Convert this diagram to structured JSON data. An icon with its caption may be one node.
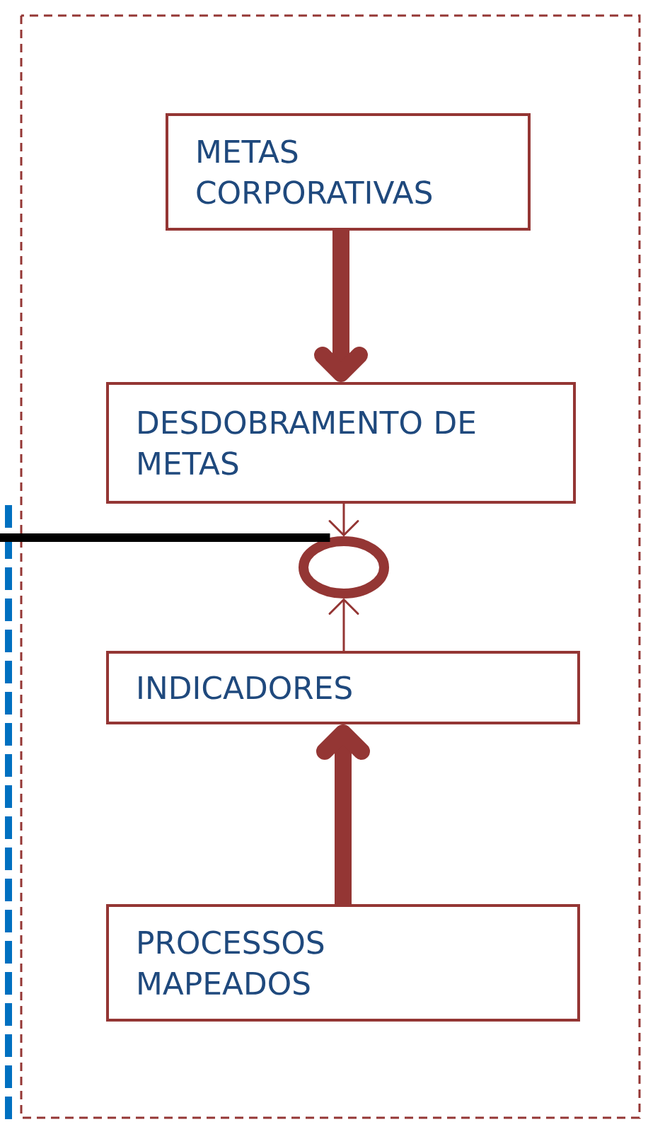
{
  "diagram": {
    "nodes": [
      {
        "text": [
          "METAS CORPORATIVAS"
        ]
      },
      {
        "text": [
          "DESDOBRAMENTO DE METAS"
        ]
      },
      {
        "text": [],
        "shape": "circle"
      },
      {
        "text": [
          "INDICADORES"
        ]
      },
      {
        "text": [
          "PROCESSOS MAPEADOS"
        ]
      }
    ],
    "edges": [
      {
        "from": 0,
        "to": 1,
        "arrow": "to",
        "style": "thick"
      },
      {
        "from": 1,
        "to": 2,
        "arrow": "to"
      },
      {
        "from": 3,
        "to": 2,
        "arrow": "to"
      },
      {
        "from": 4,
        "to": 3,
        "arrow": "to",
        "style": "thick"
      },
      {
        "from": null,
        "to": 2,
        "arrow": "none",
        "color": "#000000"
      }
    ]
  }
}
